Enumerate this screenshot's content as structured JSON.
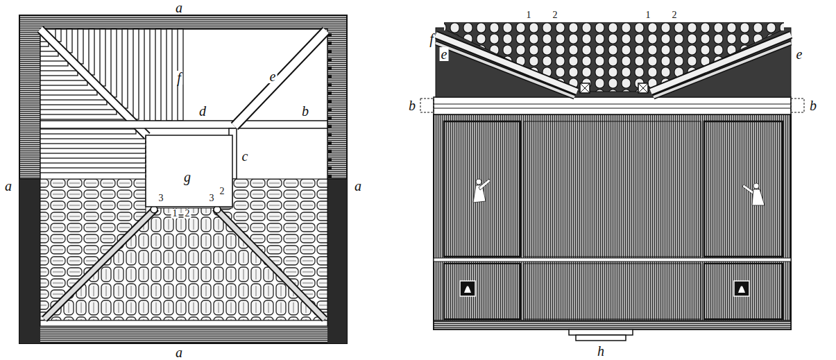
{
  "diagram": {
    "labels": [
      "a",
      "a",
      "a",
      "a",
      "f",
      "e",
      "d",
      "b",
      "c",
      "g",
      "2",
      "3",
      "1",
      "2",
      "3",
      "f",
      "e",
      "1",
      "2",
      "1",
      "2",
      "e",
      "b",
      "b",
      "h"
    ]
  }
}
